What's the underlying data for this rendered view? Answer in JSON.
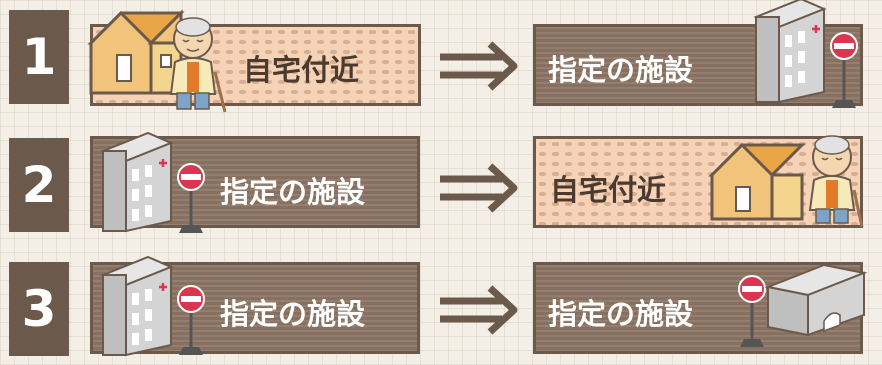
{
  "rows": [
    {
      "number": "1",
      "from": {
        "label": "自宅付近",
        "type": "home"
      },
      "to": {
        "label": "指定の施設",
        "type": "facility"
      }
    },
    {
      "number": "2",
      "from": {
        "label": "指定の施設",
        "type": "facility"
      },
      "to": {
        "label": "自宅付近",
        "type": "home"
      }
    },
    {
      "number": "3",
      "from": {
        "label": "指定の施設",
        "type": "facility"
      },
      "to": {
        "label": "指定の施設",
        "type": "facility"
      }
    }
  ],
  "icons": {
    "house": "house-icon",
    "elderly_person": "elderly-person-icon",
    "hospital": "hospital-building-icon",
    "bus_stop": "bus-stop-sign-icon",
    "facility_building": "facility-building-icon",
    "arrow": "arrow-right-icon"
  },
  "colors": {
    "number_box": "#6b5a4b",
    "home_panel": "#f6d2b6",
    "facility_panel": "#87705f",
    "arrow": "#6b5a4b",
    "home_text": "#4a3a30",
    "facility_text": "#ffffff",
    "bus_stop_red": "#d9374f"
  }
}
